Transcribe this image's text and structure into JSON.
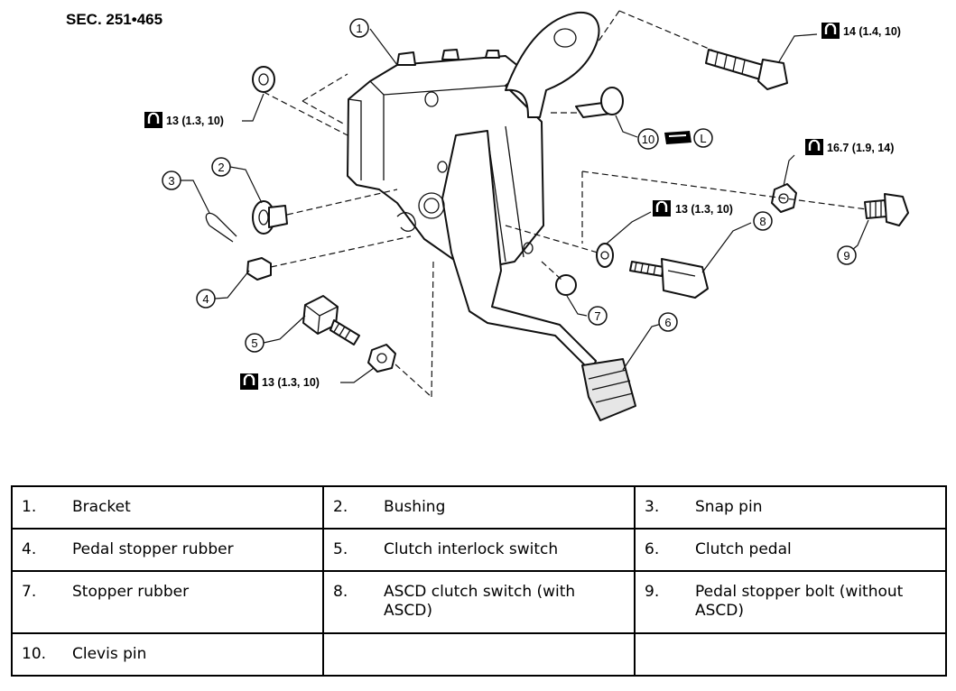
{
  "section_label": "SEC. 251•465",
  "callouts": [
    "1",
    "2",
    "3",
    "4",
    "5",
    "6",
    "7",
    "8",
    "9",
    "10",
    "L"
  ],
  "torque_specs": {
    "t14": "14 (1.4, 10)",
    "t13_top": "13 (1.3, 10)",
    "t167": "16.7 (1.9, 14)",
    "t13_mid": "13 (1.3, 10)",
    "t13_bottom": "13 (1.3, 10)"
  },
  "icons": [
    "torque-wrench-icon",
    "grease-icon"
  ],
  "legend": [
    [
      {
        "num": "1.",
        "label": "Bracket"
      },
      {
        "num": "2.",
        "label": "Bushing"
      },
      {
        "num": "3.",
        "label": "Snap pin"
      }
    ],
    [
      {
        "num": "4.",
        "label": "Pedal stopper rubber"
      },
      {
        "num": "5.",
        "label": "Clutch interlock switch"
      },
      {
        "num": "6.",
        "label": "Clutch pedal"
      }
    ],
    [
      {
        "num": "7.",
        "label": "Stopper rubber"
      },
      {
        "num": "8.",
        "label": "ASCD clutch switch (with ASCD)"
      },
      {
        "num": "9.",
        "label": "Pedal stopper bolt (without ASCD)"
      }
    ],
    [
      {
        "num": "10.",
        "label": "Clevis pin"
      },
      {
        "num": "",
        "label": ""
      },
      {
        "num": "",
        "label": ""
      }
    ]
  ]
}
